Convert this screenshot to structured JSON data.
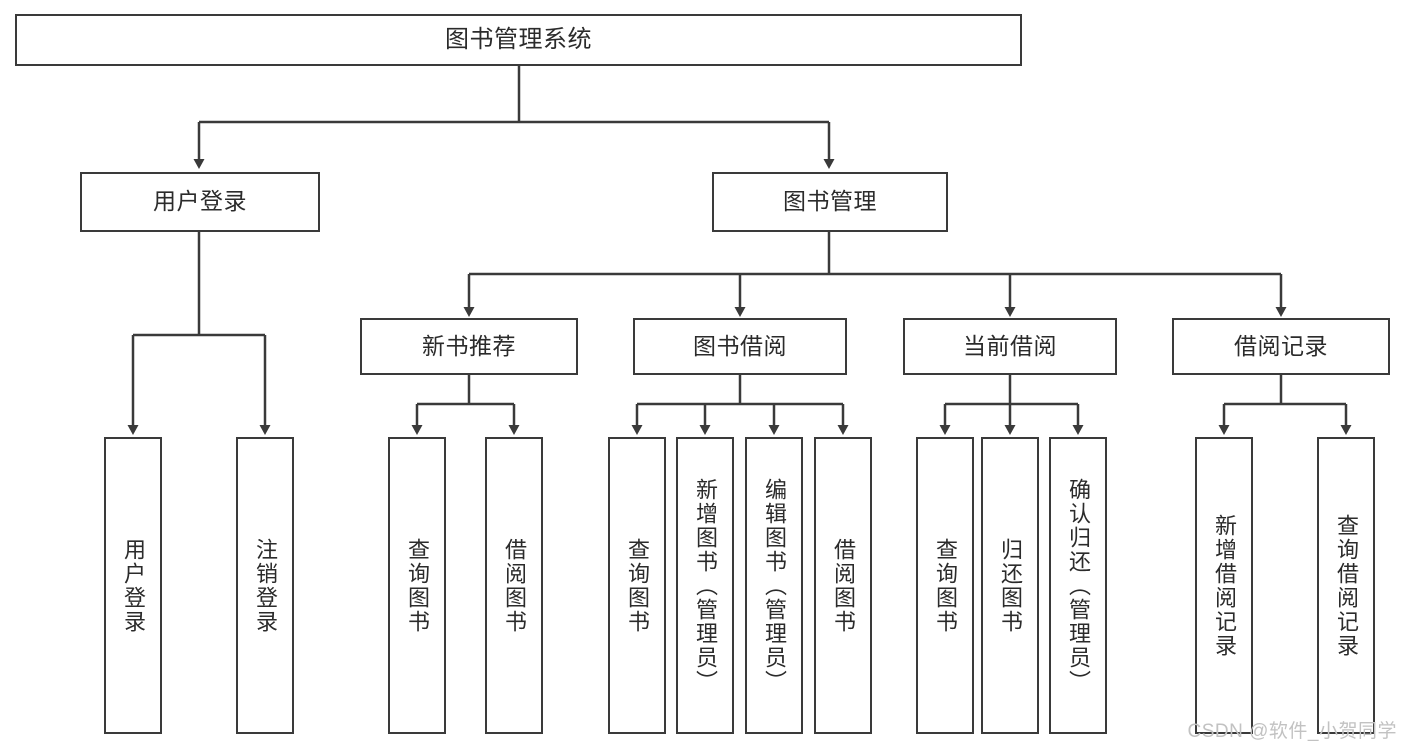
{
  "diagram": {
    "title": "图书管理系统",
    "watermark": "CSDN @软件_小贺同学",
    "colors": {
      "stroke": "#3a3a3a",
      "box_fill": "#ffffff",
      "text": "#2b2b2b",
      "watermark": "#c2c2c2",
      "background": "#ffffff"
    },
    "root": {
      "label": "图书管理系统"
    },
    "level1": [
      {
        "id": "user-login",
        "label": "用户登录"
      },
      {
        "id": "book-management",
        "label": "图书管理"
      }
    ],
    "level2": [
      {
        "id": "new-book-recommend",
        "label": "新书推荐",
        "parent": "book-management"
      },
      {
        "id": "book-borrow",
        "label": "图书借阅",
        "parent": "book-management"
      },
      {
        "id": "current-borrow",
        "label": "当前借阅",
        "parent": "book-management"
      },
      {
        "id": "borrow-record",
        "label": "借阅记录",
        "parent": "book-management"
      }
    ],
    "leaves": [
      {
        "id": "leaf-user-login",
        "label": "用户登录",
        "parent": "user-login"
      },
      {
        "id": "leaf-user-logout",
        "label": "注销登录",
        "parent": "user-login"
      },
      {
        "id": "leaf-query-book-1",
        "label": "查询图书",
        "parent": "new-book-recommend"
      },
      {
        "id": "leaf-borrow-book-1",
        "label": "借阅图书",
        "parent": "new-book-recommend"
      },
      {
        "id": "leaf-query-book-2",
        "label": "查询图书",
        "parent": "book-borrow"
      },
      {
        "id": "leaf-add-book",
        "label": "新增图书（管理员）",
        "parent": "book-borrow"
      },
      {
        "id": "leaf-edit-book",
        "label": "编辑图书（管理员）",
        "parent": "book-borrow"
      },
      {
        "id": "leaf-borrow-book-2",
        "label": "借阅图书",
        "parent": "book-borrow"
      },
      {
        "id": "leaf-query-book-3",
        "label": "查询图书",
        "parent": "current-borrow"
      },
      {
        "id": "leaf-return-book",
        "label": "归还图书",
        "parent": "current-borrow"
      },
      {
        "id": "leaf-confirm-return",
        "label": "确认归还（管理员）",
        "parent": "current-borrow"
      },
      {
        "id": "leaf-add-record",
        "label": "新增借阅记录",
        "parent": "borrow-record"
      },
      {
        "id": "leaf-query-record",
        "label": "查询借阅记录",
        "parent": "borrow-record"
      }
    ]
  }
}
